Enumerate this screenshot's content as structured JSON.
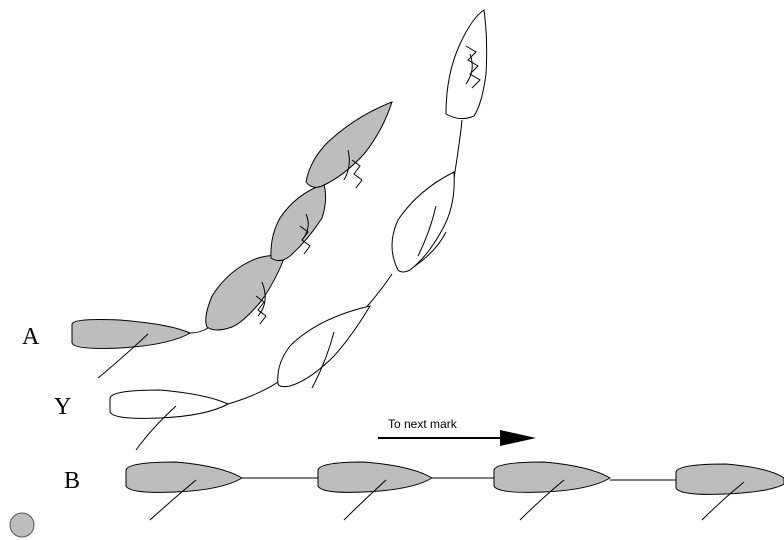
{
  "labels": {
    "boat_a": "A",
    "boat_y": "Y",
    "boat_b": "B",
    "direction": "To next mark"
  },
  "colors": {
    "filled_boat": "#bdbdbd",
    "outline_boat": "#ffffff",
    "stroke": "#000000",
    "mark": "#bdbdbd"
  },
  "icons": {
    "direction_arrow": "right-arrow-icon",
    "mark": "circle-mark-icon"
  }
}
